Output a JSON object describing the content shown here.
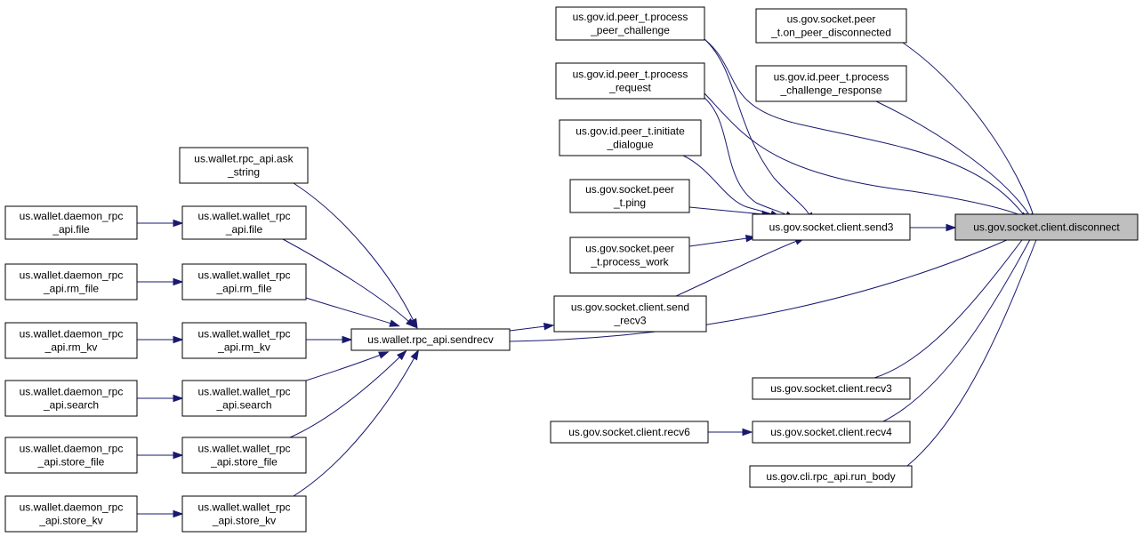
{
  "graph": {
    "focus_node": "n_disconnect",
    "nodes": [
      {
        "id": "n_disconnect",
        "lines": [
          "us.gov.socket.client.disconnect"
        ]
      },
      {
        "id": "n_send3",
        "lines": [
          "us.gov.socket.client.send3"
        ]
      },
      {
        "id": "n_sendrecv3",
        "lines": [
          "us.gov.socket.client.send",
          "_recv3"
        ]
      },
      {
        "id": "n_recv3",
        "lines": [
          "us.gov.socket.client.recv3"
        ]
      },
      {
        "id": "n_recv4",
        "lines": [
          "us.gov.socket.client.recv4"
        ]
      },
      {
        "id": "n_recv6",
        "lines": [
          "us.gov.socket.client.recv6"
        ]
      },
      {
        "id": "n_runbody",
        "lines": [
          "us.gov.cli.rpc_api.run_body"
        ]
      },
      {
        "id": "n_peerchal",
        "lines": [
          "us.gov.id.peer_t.process",
          "_peer_challenge"
        ]
      },
      {
        "id": "n_onpeerdisc",
        "lines": [
          "us.gov.socket.peer",
          "_t.on_peer_disconnected"
        ]
      },
      {
        "id": "n_procrequest",
        "lines": [
          "us.gov.id.peer_t.process",
          "_request"
        ]
      },
      {
        "id": "n_chalresp",
        "lines": [
          "us.gov.id.peer_t.process",
          "_challenge_response"
        ]
      },
      {
        "id": "n_initdialogue",
        "lines": [
          "us.gov.id.peer_t.initiate",
          "_dialogue"
        ]
      },
      {
        "id": "n_ping",
        "lines": [
          "us.gov.socket.peer",
          "_t.ping"
        ]
      },
      {
        "id": "n_procwork",
        "lines": [
          "us.gov.socket.peer",
          "_t.process_work"
        ]
      },
      {
        "id": "n_sendrecv",
        "lines": [
          "us.wallet.rpc_api.sendrecv"
        ]
      },
      {
        "id": "n_askstring",
        "lines": [
          "us.wallet.rpc_api.ask",
          "_string"
        ]
      },
      {
        "id": "n_w_file",
        "lines": [
          "us.wallet.wallet_rpc",
          "_api.file"
        ]
      },
      {
        "id": "n_w_rmfile",
        "lines": [
          "us.wallet.wallet_rpc",
          "_api.rm_file"
        ]
      },
      {
        "id": "n_w_rmkv",
        "lines": [
          "us.wallet.wallet_rpc",
          "_api.rm_kv"
        ]
      },
      {
        "id": "n_w_search",
        "lines": [
          "us.wallet.wallet_rpc",
          "_api.search"
        ]
      },
      {
        "id": "n_w_storefile",
        "lines": [
          "us.wallet.wallet_rpc",
          "_api.store_file"
        ]
      },
      {
        "id": "n_w_storekv",
        "lines": [
          "us.wallet.wallet_rpc",
          "_api.store_kv"
        ]
      },
      {
        "id": "n_d_file",
        "lines": [
          "us.wallet.daemon_rpc",
          "_api.file"
        ]
      },
      {
        "id": "n_d_rmfile",
        "lines": [
          "us.wallet.daemon_rpc",
          "_api.rm_file"
        ]
      },
      {
        "id": "n_d_rmkv",
        "lines": [
          "us.wallet.daemon_rpc",
          "_api.rm_kv"
        ]
      },
      {
        "id": "n_d_search",
        "lines": [
          "us.wallet.daemon_rpc",
          "_api.search"
        ]
      },
      {
        "id": "n_d_storefile",
        "lines": [
          "us.wallet.daemon_rpc",
          "_api.store_file"
        ]
      },
      {
        "id": "n_d_storekv",
        "lines": [
          "us.wallet.daemon_rpc",
          "_api.store_kv"
        ]
      }
    ],
    "edges": [
      {
        "from": "n_send3",
        "to": "n_disconnect"
      },
      {
        "from": "n_sendrecv3",
        "to": "n_disconnect"
      },
      {
        "from": "n_recv3",
        "to": "n_disconnect"
      },
      {
        "from": "n_recv4",
        "to": "n_disconnect"
      },
      {
        "from": "n_runbody",
        "to": "n_disconnect"
      },
      {
        "from": "n_peerchal",
        "to": "n_disconnect"
      },
      {
        "from": "n_onpeerdisc",
        "to": "n_disconnect"
      },
      {
        "from": "n_procrequest",
        "to": "n_disconnect"
      },
      {
        "from": "n_chalresp",
        "to": "n_disconnect"
      },
      {
        "from": "n_sendrecv",
        "to": "n_disconnect"
      },
      {
        "from": "n_peerchal",
        "to": "n_send3"
      },
      {
        "from": "n_procrequest",
        "to": "n_send3"
      },
      {
        "from": "n_initdialogue",
        "to": "n_send3"
      },
      {
        "from": "n_ping",
        "to": "n_send3"
      },
      {
        "from": "n_procwork",
        "to": "n_send3"
      },
      {
        "from": "n_sendrecv3",
        "to": "n_send3"
      },
      {
        "from": "n_sendrecv",
        "to": "n_sendrecv3"
      },
      {
        "from": "n_recv6",
        "to": "n_recv4"
      },
      {
        "from": "n_askstring",
        "to": "n_sendrecv"
      },
      {
        "from": "n_w_file",
        "to": "n_sendrecv"
      },
      {
        "from": "n_w_rmfile",
        "to": "n_sendrecv"
      },
      {
        "from": "n_w_rmkv",
        "to": "n_sendrecv"
      },
      {
        "from": "n_w_search",
        "to": "n_sendrecv"
      },
      {
        "from": "n_w_storefile",
        "to": "n_sendrecv"
      },
      {
        "from": "n_w_storekv",
        "to": "n_sendrecv"
      },
      {
        "from": "n_d_file",
        "to": "n_w_file"
      },
      {
        "from": "n_d_rmfile",
        "to": "n_w_rmfile"
      },
      {
        "from": "n_d_rmkv",
        "to": "n_w_rmkv"
      },
      {
        "from": "n_d_search",
        "to": "n_w_search"
      },
      {
        "from": "n_d_storefile",
        "to": "n_w_storefile"
      },
      {
        "from": "n_d_storekv",
        "to": "n_w_storekv"
      }
    ]
  }
}
